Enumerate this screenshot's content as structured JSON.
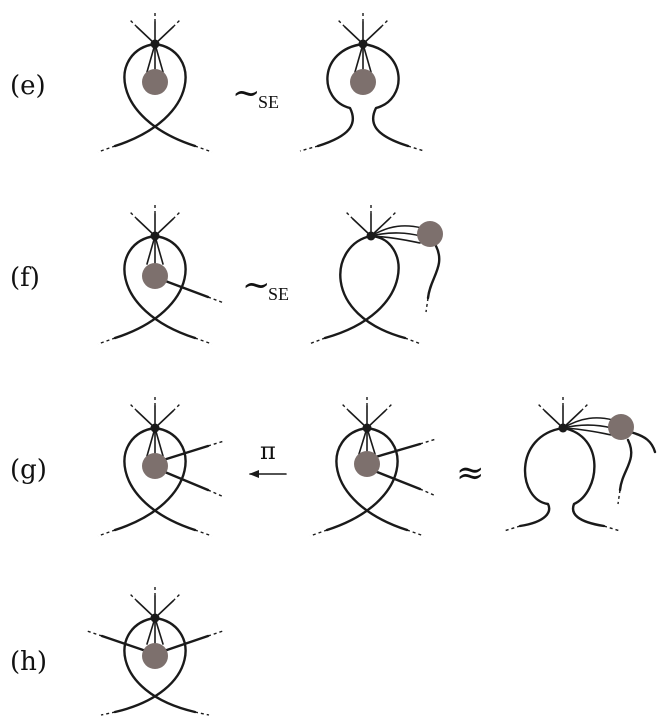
{
  "rows": [
    {
      "label": "(e)",
      "relation": "~",
      "subscript": "SE"
    },
    {
      "label": "(f)",
      "relation": "~",
      "subscript": "SE"
    },
    {
      "label": "(g)",
      "arrow_label": "π",
      "relation": "≈"
    },
    {
      "label": "(h)"
    }
  ],
  "colors": {
    "stroke": "#1a1a1a",
    "blob": "#7d706d",
    "background": "#ffffff"
  }
}
